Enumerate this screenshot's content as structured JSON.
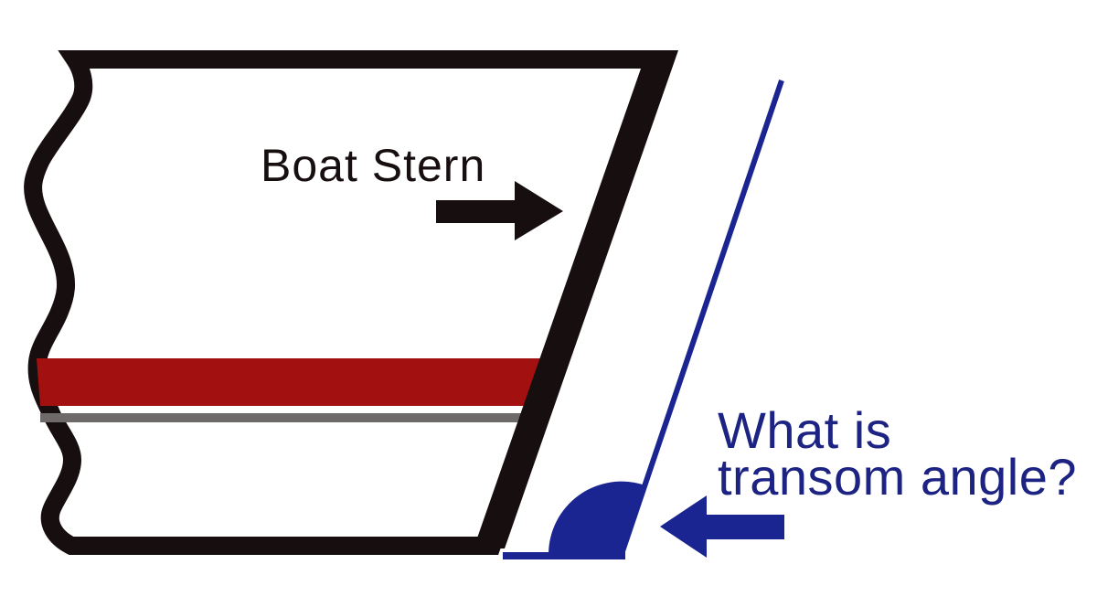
{
  "figure": {
    "boat_label": "Boat Stern",
    "question_line1": "What is",
    "question_line2": "transom angle?"
  },
  "colors": {
    "background": "#ffffff",
    "outline_black": "#170f0f",
    "stripe_red": "#a31010",
    "waterline_gray": "#6e6a6a",
    "marker_blue": "#1b2591",
    "text_blue": "#1c2383"
  },
  "icons": {
    "right_arrow": "right-arrow",
    "left_arrow": "left-arrow"
  }
}
